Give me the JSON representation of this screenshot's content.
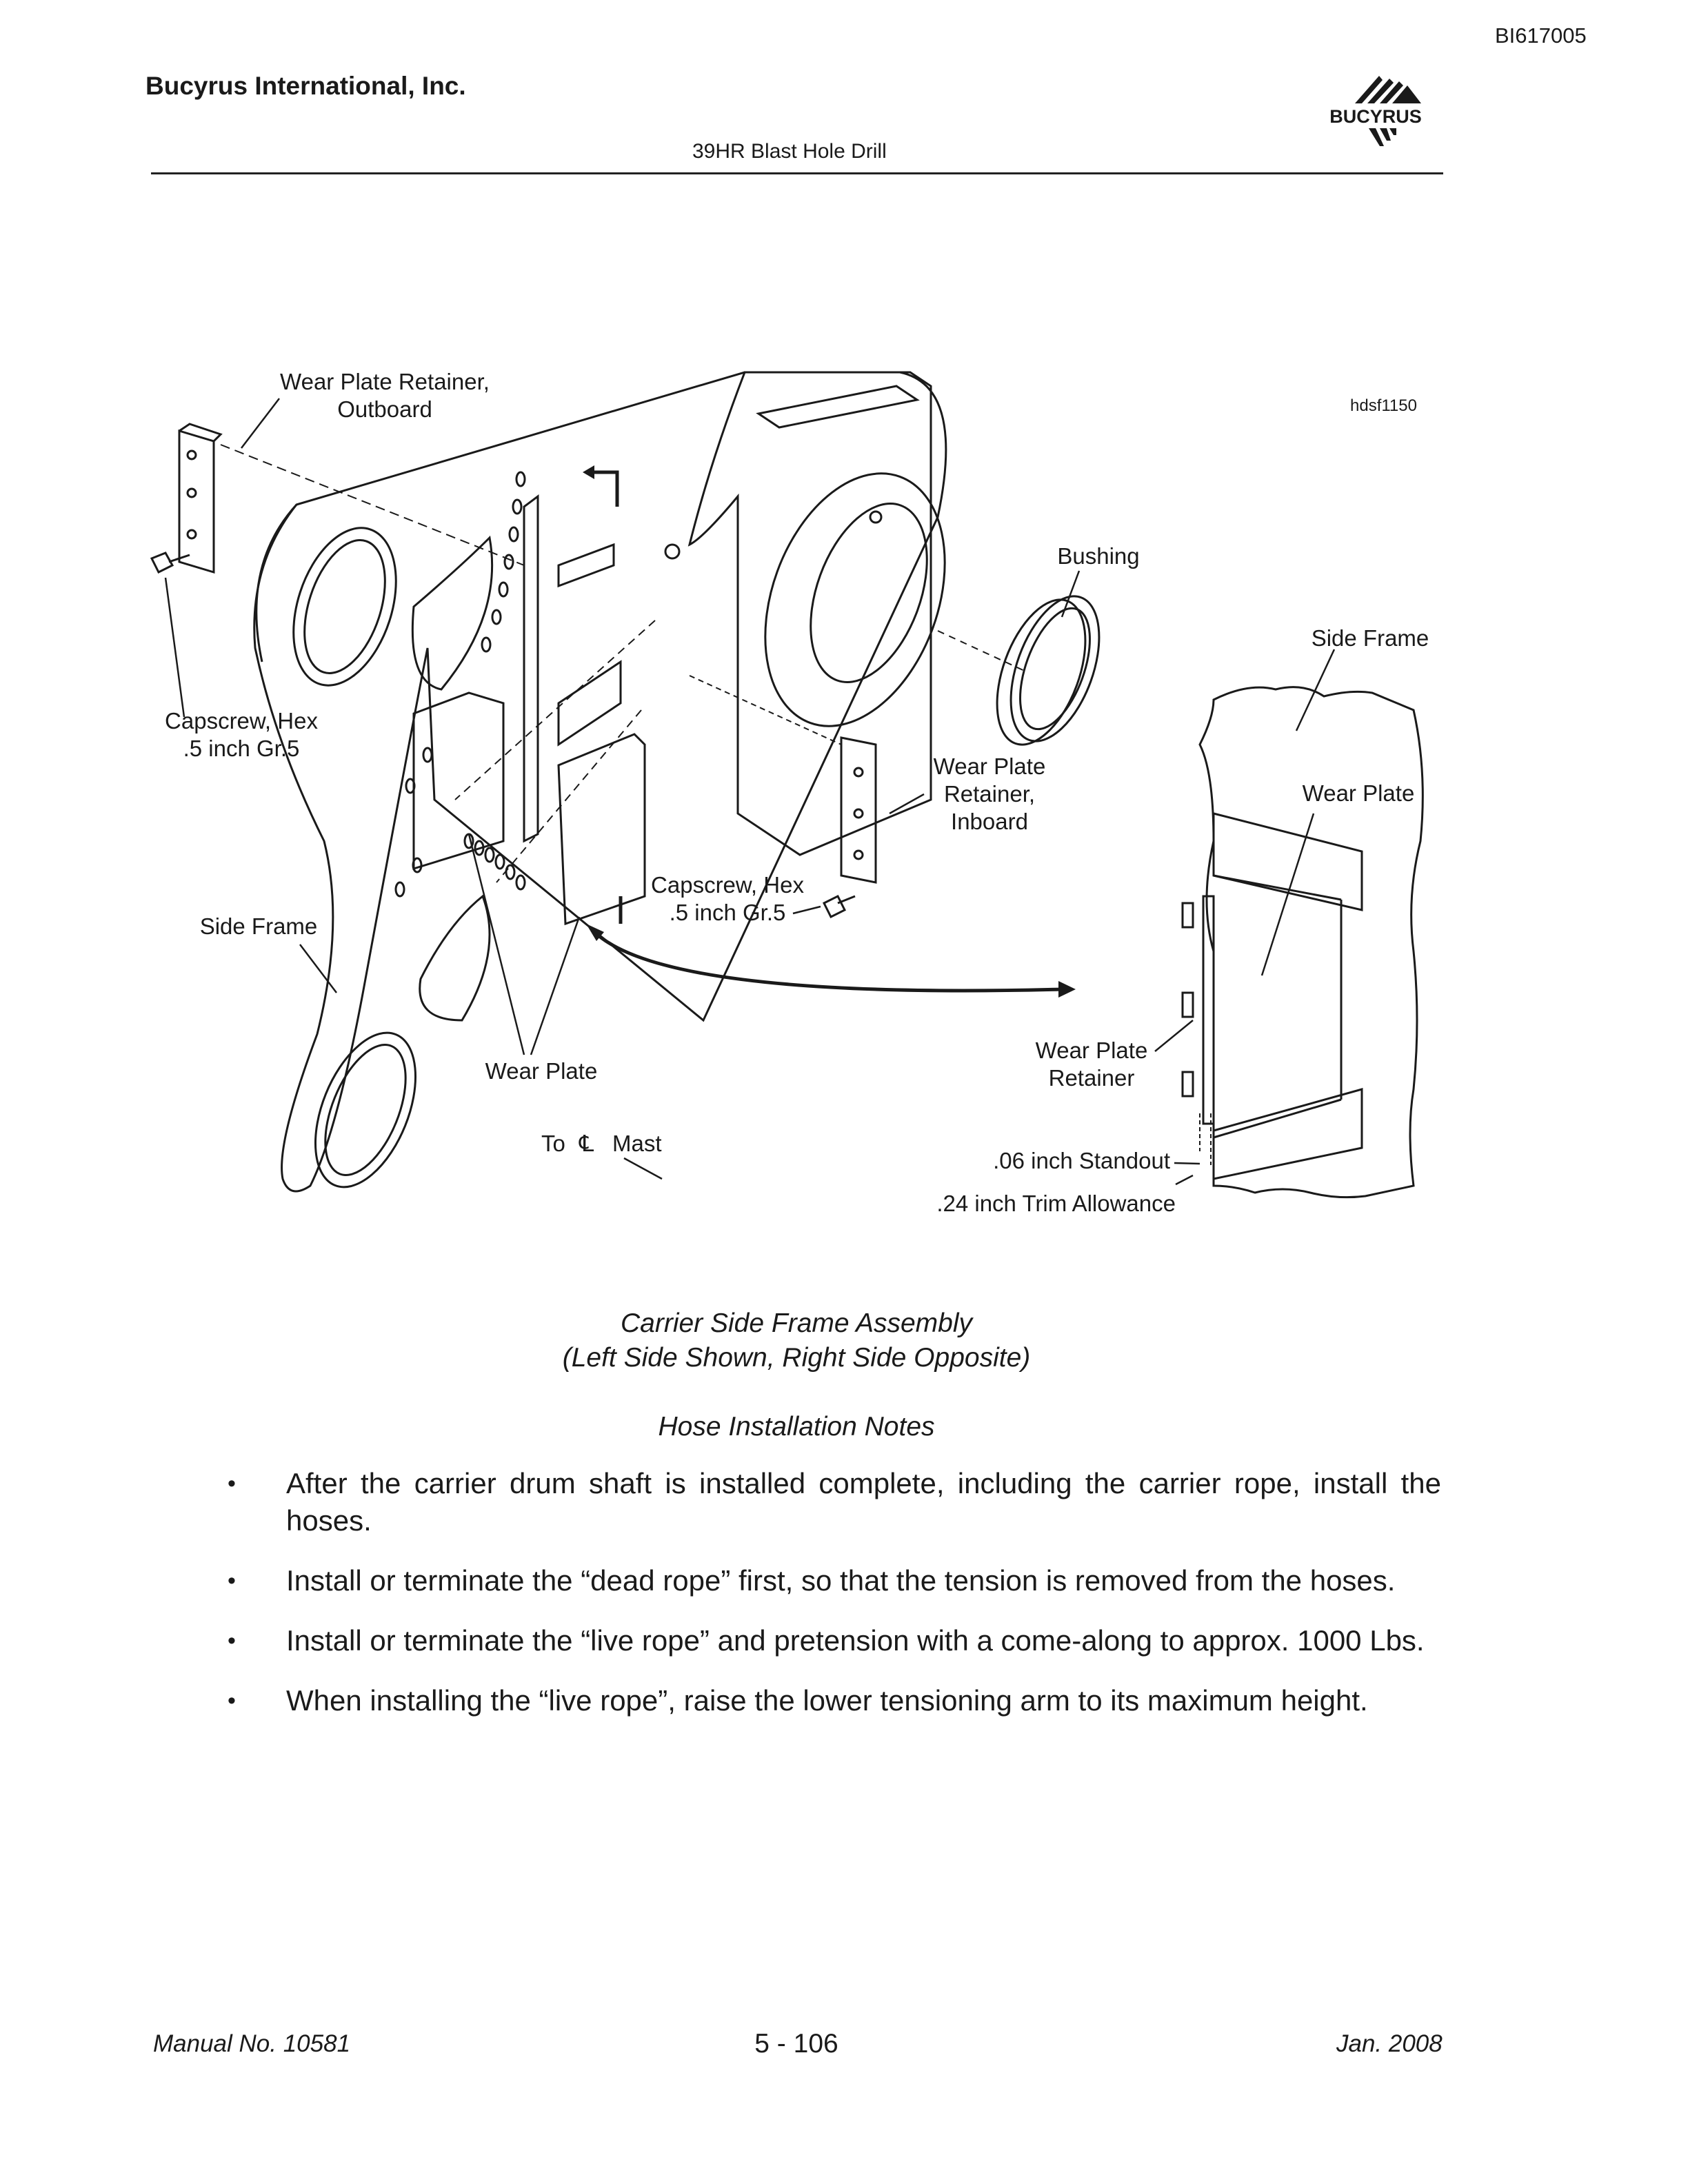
{
  "header": {
    "doc_id": "BI617005",
    "company": "Bucyrus International, Inc.",
    "product": "39HR Blast Hole Drill",
    "logo_text": "BUCYRUS"
  },
  "figure": {
    "figure_id": "hdsf1150",
    "labels": {
      "wear_plate_retainer_outboard_1": "Wear Plate Retainer,",
      "wear_plate_retainer_outboard_2": "Outboard",
      "capscrew_left_1": "Capscrew, Hex",
      "capscrew_left_2": ".5 inch Gr.5",
      "bushing": "Bushing",
      "side_frame_detail": "Side Frame",
      "wear_plate_retainer_inboard_1": "Wear Plate",
      "wear_plate_retainer_inboard_2": "Retainer,",
      "wear_plate_retainer_inboard_3": "Inboard",
      "wear_plate_detail": "Wear Plate",
      "capscrew_center_1": "Capscrew, Hex",
      "capscrew_center_2": ".5 inch Gr.5",
      "side_frame_main": "Side Frame",
      "wear_plate_main": "Wear Plate",
      "wear_plate_retainer_detail_1": "Wear Plate",
      "wear_plate_retainer_detail_2": "Retainer",
      "to_mast_prefix": "To",
      "centerline_symbol": "℄",
      "to_mast_suffix": "Mast",
      "standout": ".06 inch Standout",
      "trim_allowance": ".24 inch Trim Allowance"
    }
  },
  "caption": {
    "line1": "Carrier Side Frame Assembly",
    "line2": "(Left Side Shown, Right Side Opposite)"
  },
  "notes": {
    "title": "Hose Installation Notes",
    "items": [
      "After the carrier drum shaft is installed complete, including the carrier rope, install the hoses.",
      "Install or terminate the “dead rope” first, so that the tension is removed from the hoses.",
      "Install or terminate the “live rope” and pretension with a come-along to approx. 1000 Lbs.",
      "When installing the “live rope”, raise the lower tensioning arm to its maximum height."
    ]
  },
  "footer": {
    "manual": "Manual No. 10581",
    "page": "5 - 106",
    "date": "Jan. 2008"
  }
}
